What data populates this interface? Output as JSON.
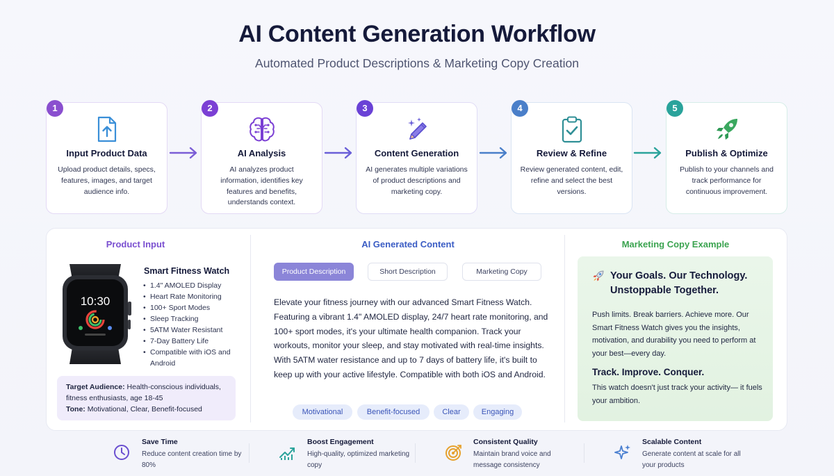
{
  "header": {
    "title": "AI Content Generation Workflow",
    "subtitle": "Automated Product Descriptions & Marketing Copy Creation"
  },
  "colors": {
    "step1": "#8a4fcf",
    "step2": "#7b3fd4",
    "step3": "#6a42d6",
    "step4": "#4a7fc9",
    "step5": "#2aa39b",
    "product_input_heading": "#7a4fd0",
    "ai_generated_heading": "#3a5cc4",
    "marketing_heading": "#3aa34f"
  },
  "steps": [
    {
      "number": "1",
      "icon": "upload-file-icon",
      "title": "Input Product Data",
      "desc": "Upload product details, specs, features, images, and target audience info."
    },
    {
      "number": "2",
      "icon": "brain-icon",
      "title": "AI Analysis",
      "desc": "AI analyzes product information, identifies key features and benefits, understands context."
    },
    {
      "number": "3",
      "icon": "magic-pencil-icon",
      "title": "Content Generation",
      "desc": "AI generates multiple variations of product descriptions and marketing copy."
    },
    {
      "number": "4",
      "icon": "clipboard-check-icon",
      "title": "Review & Refine",
      "desc": "Review generated content, edit, refine and select the best versions."
    },
    {
      "number": "5",
      "icon": "rocket-icon",
      "title": "Publish & Optimize",
      "desc": "Publish to your channels and track performance for continuous improvement."
    }
  ],
  "product_input": {
    "heading": "Product Input",
    "name": "Smart Fitness Watch",
    "watch_time": "10:30",
    "features": [
      "1.4\" AMOLED Display",
      "Heart Rate Monitoring",
      "100+ Sport Modes",
      "Sleep Tracking",
      "5ATM Water Resistant",
      "7-Day Battery Life",
      "Compatible with iOS and Android"
    ],
    "audience_label": "Target Audience:",
    "audience_value": " Health-conscious individuals, fitness enthusiasts, age 18-45",
    "tone_label": "Tone:",
    "tone_value": " Motivational, Clear, Benefit-focused"
  },
  "ai_generated": {
    "heading": "AI Generated Content",
    "tabs": [
      "Product Description",
      "Short Description",
      "Marketing Copy"
    ],
    "active_tab": "Product Description",
    "text": "Elevate your fitness journey with our advanced Smart Fitness Watch. Featuring a vibrant 1.4\" AMOLED display, 24/7 heart rate monitoring, and 100+ sport modes, it's your ultimate health companion. Track your workouts, monitor your sleep, and stay motivated with real-time insights. With 5ATM water resistance and up to 7 days of battery life, it's built to keep up with your active lifestyle. Compatible with both iOS and Android.",
    "tags": [
      "Motivational",
      "Benefit-focused",
      "Clear",
      "Engaging"
    ]
  },
  "marketing": {
    "heading": "Marketing Copy Example",
    "headline_line1": "Your Goals. Our Technology.",
    "headline_line2": "Unstoppable Together.",
    "body": "Push limits. Break barriers. Achieve more. Our Smart Fitness Watch gives you the insights, motivation, and durability you need to perform at your best—every day.",
    "subhead": "Track. Improve. Conquer.",
    "tail": "This watch doesn't just track your activity— it fuels your ambition."
  },
  "benefits": [
    {
      "icon": "clock-icon",
      "title": "Save Time",
      "desc": "Reduce content creation time by 80%"
    },
    {
      "icon": "growth-chart-icon",
      "title": "Boost Engagement",
      "desc": "High-quality, optimized marketing copy"
    },
    {
      "icon": "target-icon",
      "title": "Consistent Quality",
      "desc": "Maintain brand voice and message consistency"
    },
    {
      "icon": "sparkle-icon",
      "title": "Scalable Content",
      "desc": "Generate content at scale for all your products"
    }
  ]
}
